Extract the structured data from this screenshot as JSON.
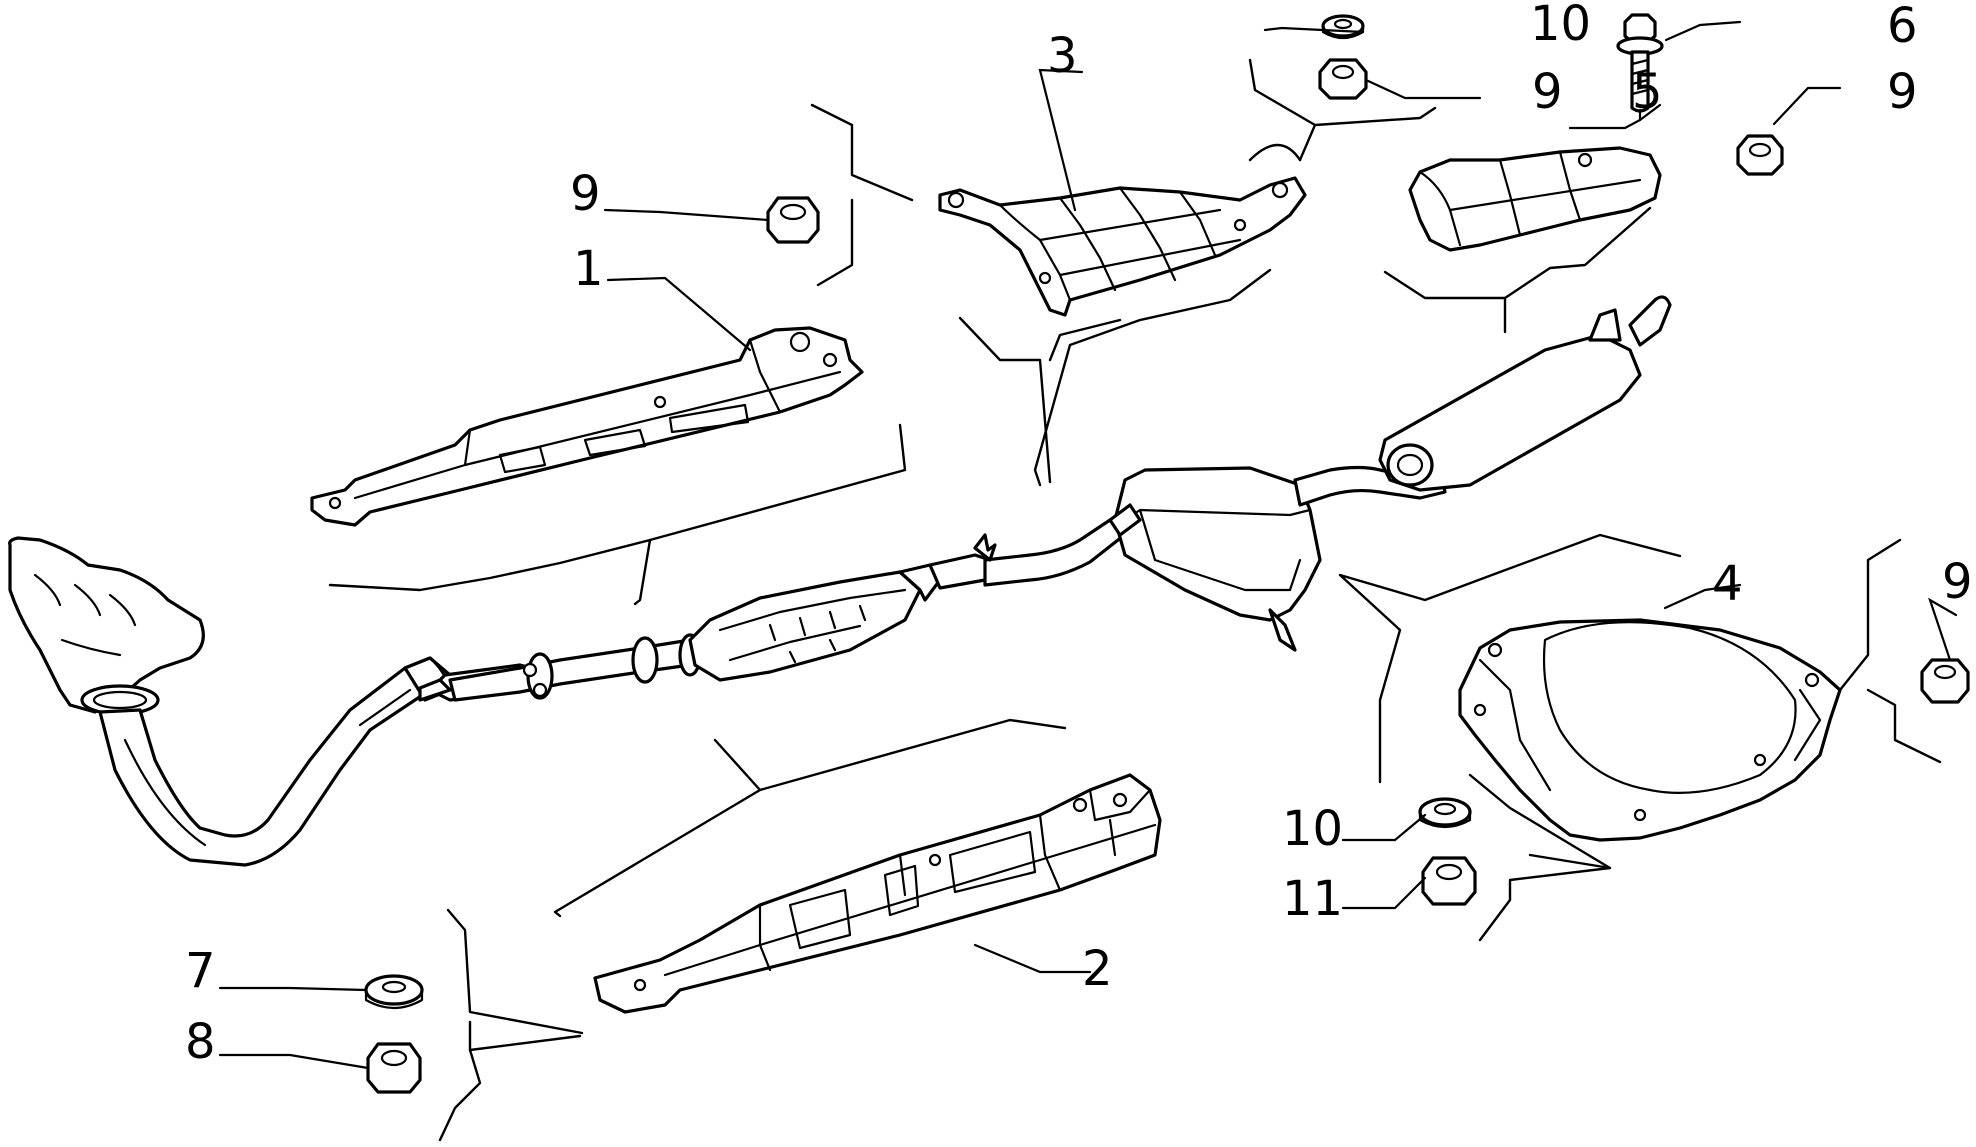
{
  "callouts": {
    "c1": "1",
    "c2": "2",
    "c3": "3",
    "c4": "4",
    "c5": "5",
    "c6": "6",
    "c7": "7",
    "c8": "8",
    "c9a": "9",
    "c9b": "9",
    "c9c": "9",
    "c9d": "9",
    "c10a": "10",
    "c10b": "10",
    "c11": "11"
  },
  "icons": {
    "washer": "washer-icon",
    "nut": "hex-nut-icon",
    "bolt": "flange-bolt-icon"
  }
}
